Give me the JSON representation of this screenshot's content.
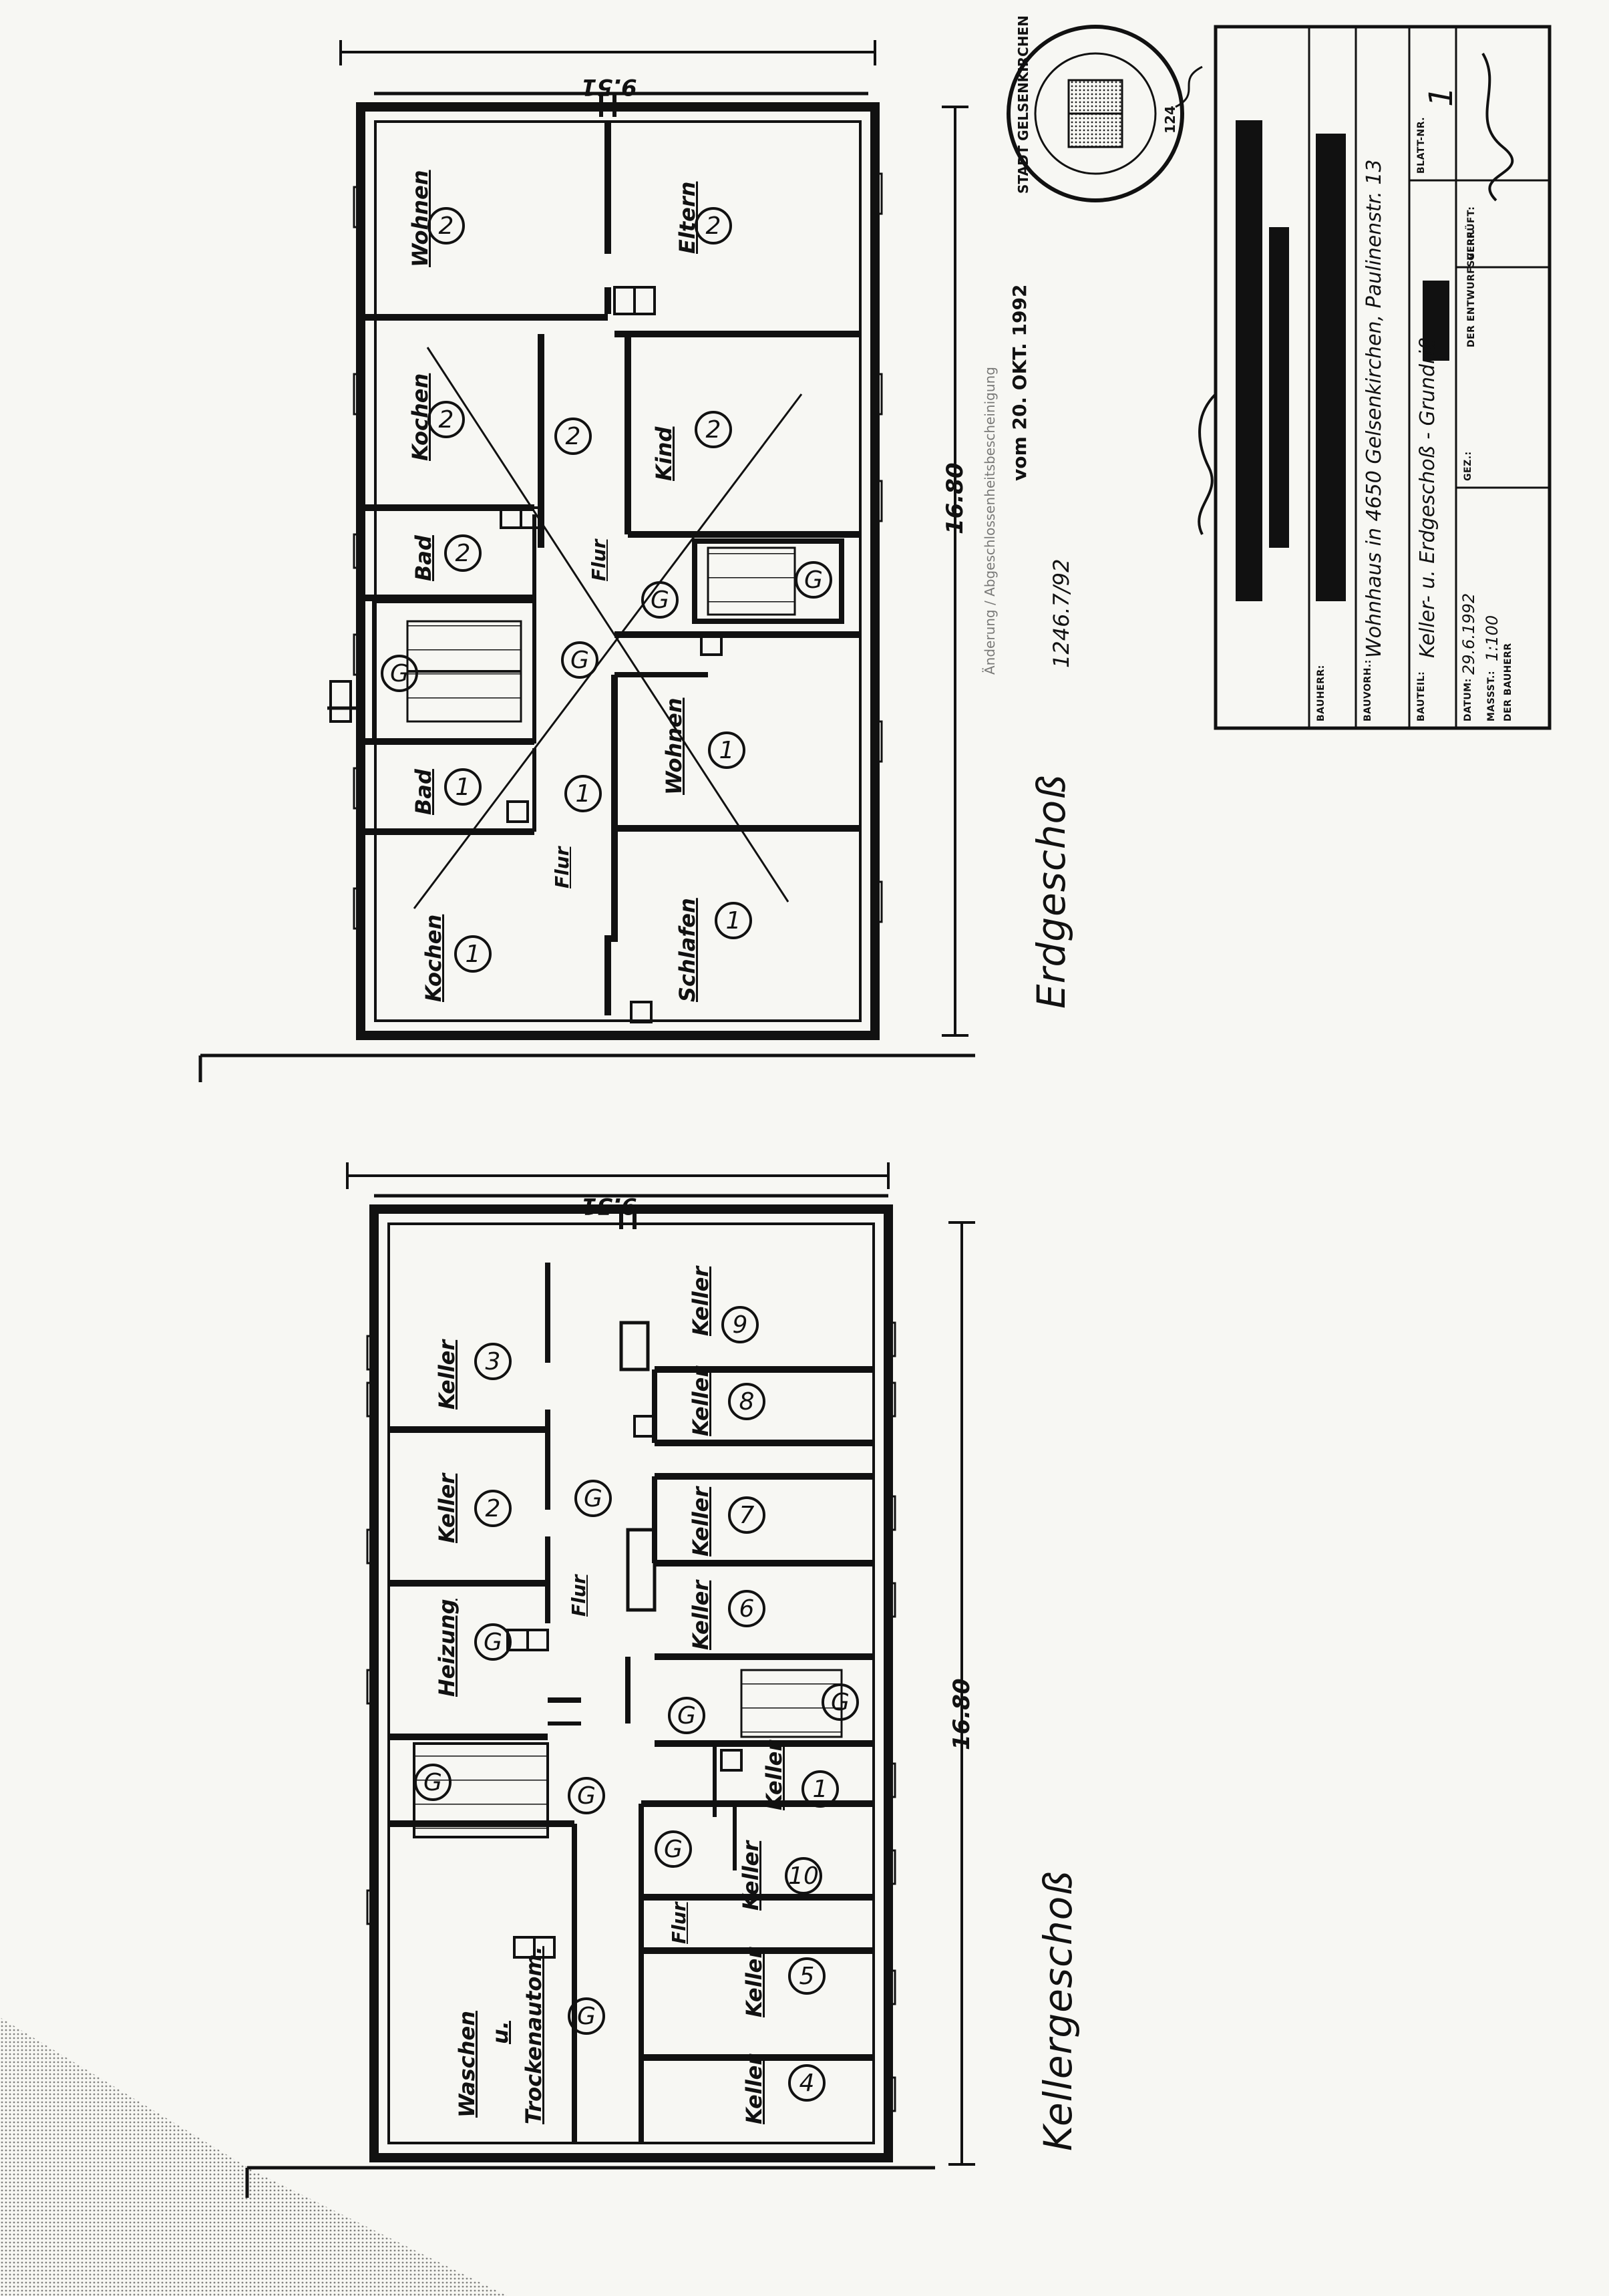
{
  "ground_floor": {
    "title": "Erdgeschoß",
    "width_dim": "9.51",
    "length_dim": "16.80",
    "rooms": {
      "wohnen2": {
        "label": "Wohnen",
        "num": "2"
      },
      "eltern2": {
        "label": "Eltern",
        "num": "2"
      },
      "kochen2": {
        "label": "Kochen",
        "num": "2"
      },
      "flur2": {
        "label": "Flur",
        "num": "2"
      },
      "kind2": {
        "label": "Kind",
        "num": "2"
      },
      "bad2": {
        "label": "Bad",
        "num": "2"
      },
      "bad1": {
        "label": "Bad",
        "num": "1"
      },
      "flur1": {
        "label": "Flur",
        "num": "1"
      },
      "wohnen1": {
        "label": "Wohnen",
        "num": "1"
      },
      "kochen1": {
        "label": "Kochen",
        "num": "1"
      },
      "schlafen1": {
        "label": "Schlafen",
        "num": "1"
      },
      "g_a": "G",
      "g_b": "G",
      "g_c": "G",
      "g_d": "G"
    }
  },
  "basement": {
    "title": "Kellergeschoß",
    "width_dim": "9.51",
    "length_dim": "16.80",
    "rooms": {
      "keller3": {
        "label": "Keller",
        "num": "3"
      },
      "keller9": {
        "label": "Keller",
        "num": "9"
      },
      "keller8": {
        "label": "Keller",
        "num": "8"
      },
      "keller2": {
        "label": "Keller",
        "num": "2"
      },
      "keller7": {
        "label": "Keller",
        "num": "7"
      },
      "flur_a": {
        "label": "Flur"
      },
      "keller6": {
        "label": "Keller",
        "num": "6"
      },
      "heizung": {
        "label": "Heizung",
        "num": "G"
      },
      "keller1": {
        "label": "Keller",
        "num": "1"
      },
      "keller10": {
        "label": "Keller",
        "num": "10"
      },
      "flur_b": {
        "label": "Flur"
      },
      "keller5": {
        "label": "Keller",
        "num": "5"
      },
      "keller4": {
        "label": "Keller",
        "num": "4"
      },
      "waschen": {
        "label1": "Waschen",
        "label2": "u.",
        "label3": "Trockenautom.",
        "num": "G"
      },
      "g_flur": "G",
      "g_stair1": "G",
      "g_stair2": "G",
      "g_stair3": "G",
      "g_stair4": "G",
      "g_flur2": "G"
    }
  },
  "stamp": {
    "outer_text": "STADT GELSENKIRCHEN",
    "number": "124"
  },
  "approval_note": {
    "line1": "Änderung / Abgeschlossenheitsbescheinigung",
    "line2": "vom 20. OKT. 1992",
    "ref": "1246.7/92"
  },
  "title_block": {
    "bauherr_label": "BAUHERR:",
    "bauvorhaben_label": "BAUVORH.:",
    "bauvorhaben": "Wohnhaus in 4650 Gelsenkirchen, Paulinenstr. 13",
    "bauteil_label": "BAUTEIL:",
    "bauteil": "Keller- u. Erdgeschoß - Grundriß",
    "blatt_label": "BLATT-NR.",
    "blatt": "1",
    "datum_label": "DATUM:",
    "datum": "29.6.1992",
    "gez_label": "GEZ.:",
    "massst_label": "MASSST.:",
    "massst": "1:100",
    "bauherr_sign_label": "DER BAUHERR",
    "entwurf_label": "DER ENTWURFSVERF.",
    "geprueft_label": "GEPRÜFT:"
  }
}
